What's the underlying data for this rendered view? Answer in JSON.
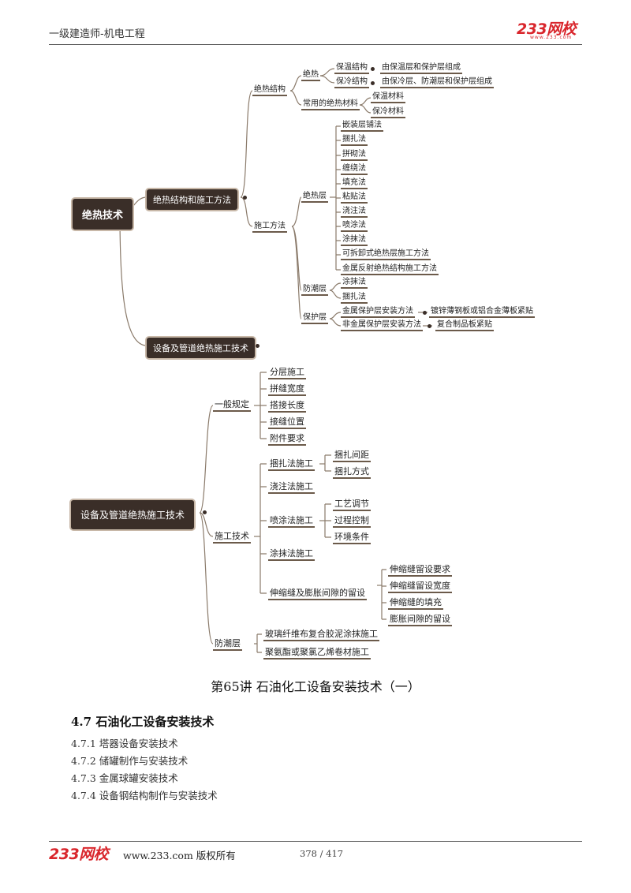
{
  "header": {
    "title": "一级建造师-机电工程",
    "logo": "233网校",
    "logo_sub": "www.233.com"
  },
  "mindmap1": {
    "root": "绝热技术",
    "l1_a": "绝热结构和施工方法",
    "l1_b": "设备及管道绝热施工技术",
    "l2_structure": "绝热结构",
    "l2_method": "施工方法",
    "jr": "绝热",
    "bw_jg": "保温结构",
    "bw_jg_desc": "由保温层和保护层组成",
    "bl_jg": "保冷结构",
    "bl_jg_desc": "由保冷层、防潮层和保护层组成",
    "materials": "常用的绝热材料",
    "mat_1": "保温材料",
    "mat_2": "保冷材料",
    "jrc": "绝热层",
    "jrc_items": [
      "嵌装层铺法",
      "捆扎法",
      "拼砌法",
      "缠绕法",
      "填充法",
      "粘贴法",
      "浇注法",
      "喷涂法",
      "涂抹法",
      "可拆卸式绝热层施工方法",
      "金属反射绝热结构施工方法"
    ],
    "fcc": "防潮层",
    "fcc_items": [
      "涂抹法",
      "捆扎法"
    ],
    "bhc": "保护层",
    "bhc_1": "金属保护层安装方法",
    "bhc_1_desc": "镀锌薄钢板或铝合金薄板紧贴",
    "bhc_2": "非金属保护层安装方法",
    "bhc_2_desc": "复合制品板紧贴"
  },
  "mindmap2": {
    "root": "设备及管道绝热施工技术",
    "general": "一般规定",
    "general_items": [
      "分层施工",
      "拼缝宽度",
      "搭接长度",
      "接缝位置",
      "附件要求"
    ],
    "tech": "施工技术",
    "kz": "捆扎法施工",
    "kz_items": [
      "捆扎间距",
      "捆扎方式"
    ],
    "jz": "浇注法施工",
    "pt": "喷涂法施工",
    "pt_items": [
      "工艺调节",
      "过程控制",
      "环境条件"
    ],
    "tm": "涂抹法施工",
    "ss": "伸缩缝及膨胀间隙的留设",
    "ss_items": [
      "伸缩缝留设要求",
      "伸缩缝留设宽度",
      "伸缩缝的填充",
      "膨胀间隙的留设"
    ],
    "fcc": "防潮层",
    "fcc_items": [
      "玻璃纤维布复合胶泥涂抹施工",
      "聚氨酯或聚氯乙烯卷材施工"
    ]
  },
  "lecture_title": "第65讲  石油化工设备安装技术（一）",
  "section": {
    "heading": "4.7 石油化工设备安装技术",
    "items": [
      "4.7.1 塔器设备安装技术",
      "4.7.2 储罐制作与安装技术",
      "4.7.3 金属球罐安装技术",
      "4.7.4 设备钢结构制作与安装技术"
    ]
  },
  "footer": {
    "logo": "233网校",
    "site": "www.233.com 版权所有",
    "page": "378 / 417"
  },
  "colors": {
    "brand_red": "#d9262c",
    "node_dark": "#3a2e28",
    "line": "#6b5a4a"
  }
}
